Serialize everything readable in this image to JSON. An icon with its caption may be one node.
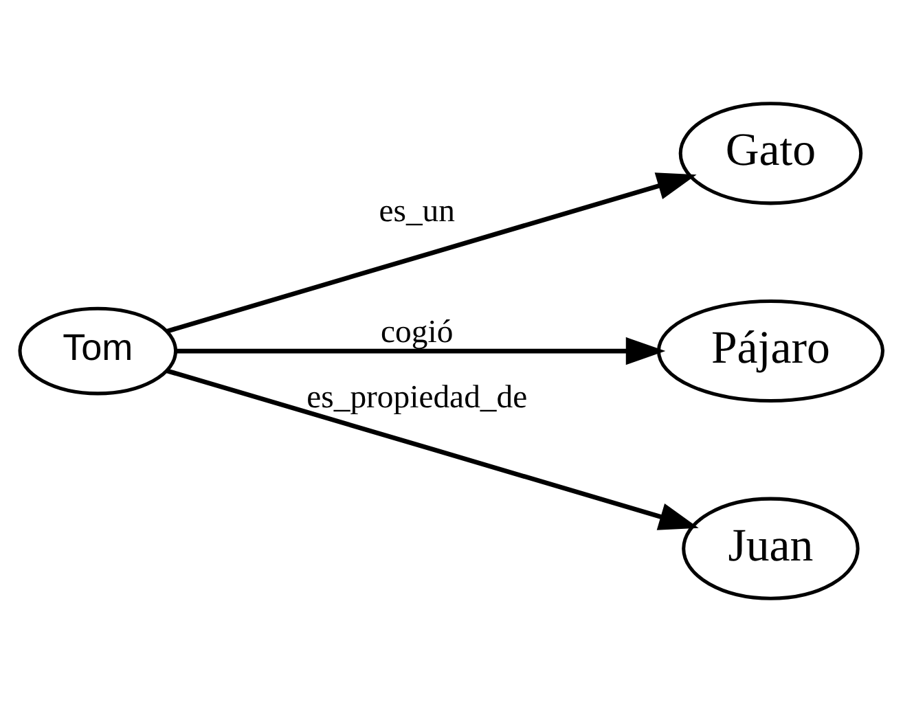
{
  "diagram": {
    "nodes": [
      {
        "text": [
          "Tom"
        ]
      },
      {
        "text": [
          "Gato"
        ]
      },
      {
        "text": [
          "Pájaro"
        ]
      },
      {
        "text": [
          "Juan"
        ]
      }
    ],
    "edges": [
      {
        "from": 0,
        "to": 1,
        "arrow": "to",
        "label": "es_un"
      },
      {
        "from": 0,
        "to": 2,
        "arrow": "to",
        "label": "cogió"
      },
      {
        "from": 0,
        "to": 3,
        "arrow": "to",
        "label": "es_propiedad_de"
      }
    ]
  }
}
